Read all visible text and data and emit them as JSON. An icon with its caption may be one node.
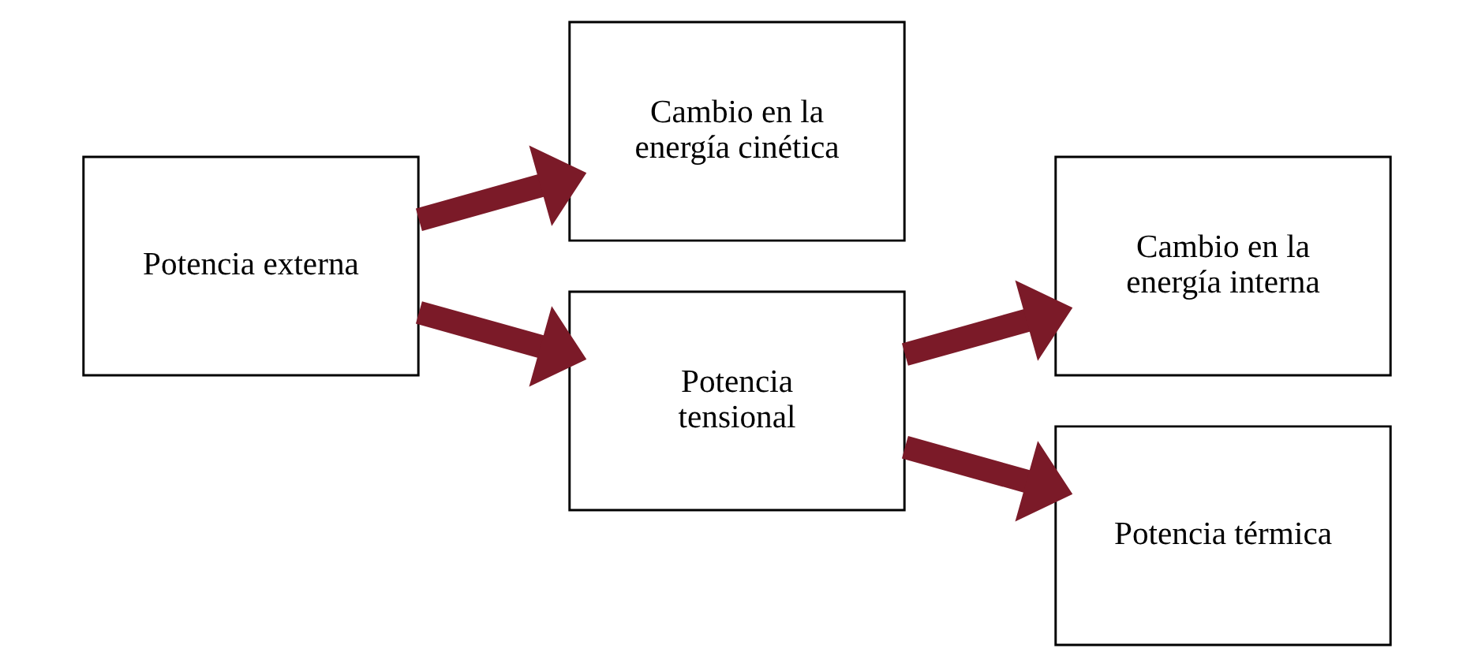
{
  "diagram": {
    "nodes": [
      {
        "text": [
          "Potencia externa"
        ]
      },
      {
        "text": [
          "Cambio en la energía cinética"
        ]
      },
      {
        "text": [
          "Potencia tensional"
        ]
      },
      {
        "text": [
          "Cambio en la energía interna"
        ]
      },
      {
        "text": [
          "Potencia térmica"
        ]
      }
    ],
    "edges": [
      {
        "from": 0,
        "to": 1,
        "arrow": "to",
        "color": "#7b1a28"
      },
      {
        "from": 0,
        "to": 2,
        "arrow": "to",
        "color": "#7b1a28"
      },
      {
        "from": 2,
        "to": 3,
        "arrow": "to",
        "color": "#7b1a28"
      },
      {
        "from": 2,
        "to": 4,
        "arrow": "to",
        "color": "#7b1a28"
      }
    ]
  }
}
